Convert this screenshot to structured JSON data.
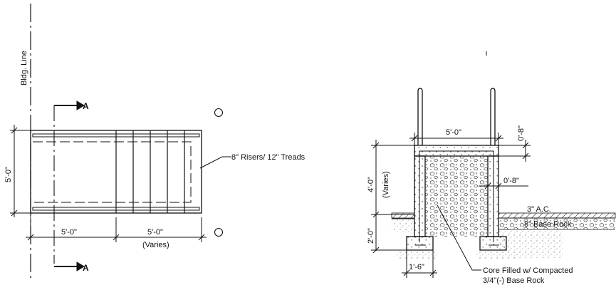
{
  "plan": {
    "bldg_line": "Bldg. Line",
    "section_mark": "A",
    "width_dim": "5'-0\"",
    "run_dim_left": "5'-0\"",
    "run_dim_right": "5'-0\"",
    "run_note": "(Varies)",
    "riser_note": "8\" Risers/ 12\" Treads"
  },
  "section": {
    "top_width": "5'-0\"",
    "cap_thickness": "0'-8\"",
    "height_dim": "4'-0\"",
    "height_note": "(Varies)",
    "wall_thickness": "0'-8\"",
    "footing_depth": "2'-0\"",
    "footing_width": "1'-6\"",
    "paving": "3\" A.C.",
    "base": "8\" Base Rock",
    "core_note_1": "Core Filled w/ Compacted",
    "core_note_2": "3/4\"(-) Base Rock"
  },
  "colors": {
    "ink": "#111111",
    "paper": "#ffffff"
  }
}
